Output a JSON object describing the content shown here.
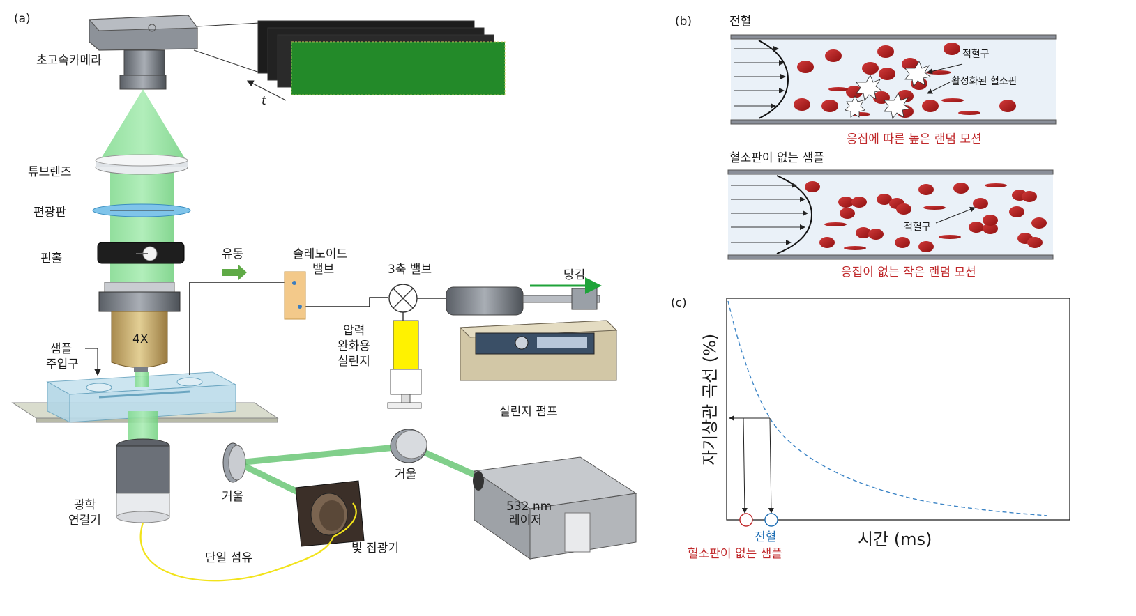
{
  "panel_a": {
    "tag": "(a)",
    "camera": "초고속카메라",
    "time_symbol": "t",
    "tube_lens": "튜브렌즈",
    "polarizer": "편광판",
    "pinhole": "핀홀",
    "objective": "4X",
    "sample_inlet": [
      "샘플",
      "주입구"
    ],
    "flow": "유동",
    "solenoid_valve": [
      "솔레노이드",
      "밸브"
    ],
    "three_way_valve": "3축 밸브",
    "pull": "당김",
    "pressure_syringe": [
      "압력",
      "완화용",
      "실린지"
    ],
    "syringe_pump": "실린지 펌프",
    "fiber_coupler": [
      "광학",
      "연결기"
    ],
    "mirror_left": "거울",
    "mirror_right": "거울",
    "collector": "빛 집광기",
    "fiber": "단일 섬유",
    "laser": [
      "532 nm",
      "레이저"
    ]
  },
  "panel_b": {
    "tag": "(b)",
    "top_title": "전혈",
    "top_rbc": "적혈구",
    "top_platelet": "활성화된 혈소판",
    "top_caption": "응집에 따른 높은 랜덤 모션",
    "bottom_title": "혈소판이 없는 샘플",
    "bottom_rbc": "적혈구",
    "bottom_caption": "응집이 없는 작은 랜덤 모션"
  },
  "panel_c": {
    "tag": "(c)",
    "ylabel": "자기상관 곡선 (%)",
    "xlabel": "시간 (ms)",
    "marker_whole_blood": "전혈",
    "marker_no_platelet": "혈소판이 없는 샘플"
  },
  "colors": {
    "beam_green": "#4caf50",
    "rbc_red": "#b41d1d",
    "channel_fill": "#eaf1f8",
    "curve_blue": "#3d85c6",
    "caption_red": "#c0282a"
  }
}
